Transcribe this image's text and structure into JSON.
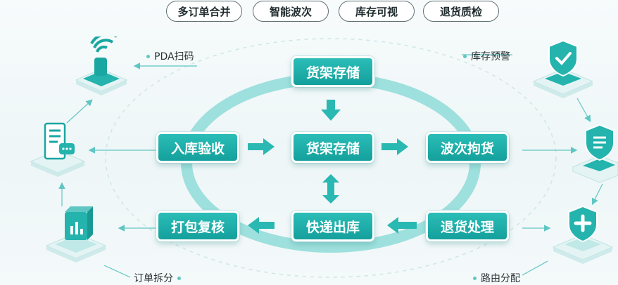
{
  "top_tags": [
    {
      "label": "多订单合并"
    },
    {
      "label": "智能波次"
    },
    {
      "label": "库存可视"
    },
    {
      "label": "退货质检"
    }
  ],
  "nodes": {
    "top": "货架存储",
    "inbound": "入库验收",
    "center": "货架存储",
    "picking": "波次拘货",
    "packing": "打包复核",
    "outbound": "快递出库",
    "returns": "退货处理"
  },
  "side_labels": {
    "pda": "PDA扫码",
    "stock_alert": "库存预警",
    "order_split": "订单拆分",
    "routing": "路由分配"
  },
  "colors": {
    "accent": "#14a09c",
    "accent_light": "#5fc6c2",
    "ring": "#8fdcd8"
  },
  "icons": {
    "top_left": "wifi-scanner-icon",
    "mid_left": "document-chat-icon",
    "bottom_left": "box-chart-icon",
    "top_right": "check-shield-icon",
    "mid_right": "list-shield-icon",
    "bottom_right": "plus-shield-icon"
  }
}
